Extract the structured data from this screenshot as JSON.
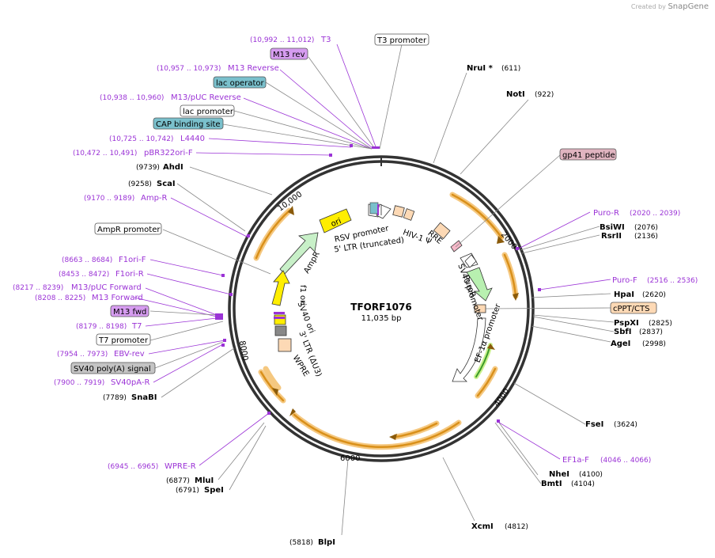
{
  "credit": {
    "prefix": "Created by",
    "brand": "SnapGene"
  },
  "plasmid": {
    "name": "TFORF1076",
    "length": "11,035 bp"
  },
  "ticks": [
    "2000",
    "4000",
    "6000",
    "8000",
    "10,000"
  ],
  "purple_labels": [
    {
      "coords": "(10,992 .. 11,012)",
      "name": "T3"
    },
    {
      "coords": "(10,957 .. 10,973)",
      "name": "M13 Reverse"
    },
    {
      "coords": "(10,938 .. 10,960)",
      "name": "M13/pUC Reverse"
    },
    {
      "coords": "(10,725 .. 10,742)",
      "name": "L4440"
    },
    {
      "coords": "(10,472 .. 10,491)",
      "name": "pBR322ori-F"
    },
    {
      "coords": "(9170 .. 9189)",
      "name": "Amp-R"
    },
    {
      "coords": "(8663 .. 8684)",
      "name": "F1ori-F"
    },
    {
      "coords": "(8453 .. 8472)",
      "name": "F1ori-R"
    },
    {
      "coords": "(8217 .. 8239)",
      "name": "M13/pUC Forward"
    },
    {
      "coords": "(8208 .. 8225)",
      "name": "M13 Forward"
    },
    {
      "coords": "(8179 .. 8198)",
      "name": "T7"
    },
    {
      "coords": "(7954 .. 7973)",
      "name": "EBV-rev"
    },
    {
      "coords": "(7900 .. 7919)",
      "name": "SV40pA-R"
    },
    {
      "coords": "(6945 .. 6965)",
      "name": "WPRE-R"
    },
    {
      "coords": "(2020 .. 2039)",
      "name": "Puro-R"
    },
    {
      "coords": "(2516 .. 2536)",
      "name": "Puro-F"
    },
    {
      "coords": "(4046 .. 4066)",
      "name": "EF1a-F"
    }
  ],
  "boxes": [
    {
      "text": "M13 rev",
      "style": "purple"
    },
    {
      "text": "T3 promoter",
      "style": "white"
    },
    {
      "text": "lac operator",
      "style": "teal"
    },
    {
      "text": "lac promoter",
      "style": "white"
    },
    {
      "text": "CAP binding site",
      "style": "teal"
    },
    {
      "text": "gp41 peptide",
      "style": "pink"
    },
    {
      "text": "AmpR promoter",
      "style": "white"
    },
    {
      "text": "M13 fwd",
      "style": "purple"
    },
    {
      "text": "T7 promoter",
      "style": "white"
    },
    {
      "text": "SV40 poly(A) signal",
      "style": "gray"
    },
    {
      "text": "cPPT/CTS",
      "style": "peach"
    }
  ],
  "enzymes": [
    {
      "name": "NruI *",
      "pos": "(611)"
    },
    {
      "name": "NotI",
      "pos": "(922)"
    },
    {
      "name": "AhdI",
      "pos": "(9739)"
    },
    {
      "name": "ScaI",
      "pos": "(9258)"
    },
    {
      "name": "BsiWI",
      "pos": "(2076)"
    },
    {
      "name": "RsrII",
      "pos": "(2136)"
    },
    {
      "name": "HpaI",
      "pos": "(2620)"
    },
    {
      "name": "PspXI",
      "pos": "(2825)"
    },
    {
      "name": "SbfI",
      "pos": "(2837)"
    },
    {
      "name": "AgeI",
      "pos": "(2998)"
    },
    {
      "name": "SnaBI",
      "pos": "(7789)"
    },
    {
      "name": "FseI",
      "pos": "(3624)"
    },
    {
      "name": "NheI",
      "pos": "(4100)"
    },
    {
      "name": "BmtI",
      "pos": "(4104)"
    },
    {
      "name": "MluI",
      "pos": "(6877)"
    },
    {
      "name": "SpeI",
      "pos": "(6791)"
    },
    {
      "name": "XcmI",
      "pos": "(4812)"
    },
    {
      "name": "BlpI",
      "pos": "(5818)"
    }
  ],
  "features": [
    "ori",
    "RSV promoter",
    "5' LTR (truncated)",
    "HIV-1 Ψ",
    "RRE",
    "AmpR",
    "f1 ori",
    "SV40 ori",
    "3' LTR (ΔU3)",
    "WPRE",
    "PuroR",
    "SV40 promoter",
    "EF-1α promoter"
  ],
  "colors": {
    "ring": "#333333",
    "orf_orange": "#d9901a",
    "orf_glow": "#f5c880",
    "primer_purple": "#9b33d6",
    "box_purple": "#d69cf0",
    "box_teal": "#7ac0cc",
    "box_pink": "#e0b4c0",
    "box_gray": "#c4c4c4",
    "box_peach": "#fdd9b5",
    "ori_yellow": "#ffee00",
    "ampr_green": "#c8f0c8"
  }
}
